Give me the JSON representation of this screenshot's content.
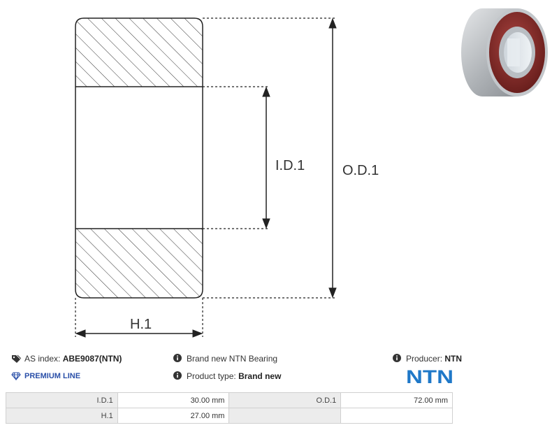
{
  "diagram": {
    "labels": {
      "inner_diameter": "I.D.1",
      "outer_diameter": "O.D.1",
      "height": "H.1"
    }
  },
  "info": {
    "as_index_label": "AS index:",
    "as_index_value": "ABE9087(NTN)",
    "premium_line": "PREMIUM LINE",
    "condition": "Brand new NTN Bearing",
    "product_type_label": "Product type:",
    "product_type_value": "Brand new",
    "producer_label": "Producer:",
    "producer_value": "NTN",
    "logo_text": "NTN"
  },
  "icons": {
    "tag": "tag-icon",
    "diamond": "diamond-icon",
    "info": "info-circle-icon"
  },
  "colors": {
    "premium": "#2a4fa8",
    "logo": "#1f78c8",
    "seal": "#8a2a28"
  },
  "specs": {
    "rows": [
      {
        "label1": "I.D.1",
        "value1": "30.00 mm",
        "label2": "O.D.1",
        "value2": "72.00 mm"
      },
      {
        "label1": "H.1",
        "value1": "27.00 mm",
        "label2": "",
        "value2": ""
      }
    ]
  }
}
